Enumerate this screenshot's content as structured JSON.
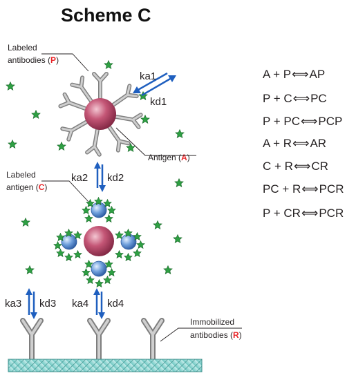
{
  "title": "Scheme C",
  "labels": {
    "labeled_antibodies_line1": "Labeled",
    "labeled_antibodies_line2": "antibodies (",
    "labeled_antibodies_letter": "P",
    "labeled_antigen_line1": "Labeled",
    "labeled_antigen_line2": "antigen (",
    "labeled_antigen_letter": "C",
    "antigen": "Antigen (",
    "antigen_letter": "A",
    "immobilized_line1": "Immobilized",
    "immobilized_line2": "antibodies (",
    "immobilized_letter": "R",
    "close_paren": ")"
  },
  "rates": {
    "ka1": "ka1",
    "kd1": "kd1",
    "ka2": "ka2",
    "kd2": "kd2",
    "ka3": "ka3",
    "kd3": "kd3",
    "ka4": "ka4",
    "kd4": "kd4"
  },
  "equations": [
    {
      "left": "A + P",
      "right": "AP"
    },
    {
      "left": "P + C",
      "right": "PC"
    },
    {
      "left": "P + PC",
      "right": "PCP"
    },
    {
      "left": "A + R",
      "right": "AR"
    },
    {
      "left": "C + R",
      "right": "CR"
    },
    {
      "left": "PC + R",
      "right": "PCR"
    },
    {
      "left": "P + CR",
      "right": "PCR"
    }
  ],
  "equilibrium_symbol": "⟺",
  "colors": {
    "antigen": "#b0405e",
    "labeled_bead": "#5b8fd0",
    "star": "#2ea043",
    "antibody": "#9c9c9c",
    "arrow": "#1f5fbf",
    "surface": "#8fd6d2",
    "highlight_letter": "#e8262a"
  }
}
